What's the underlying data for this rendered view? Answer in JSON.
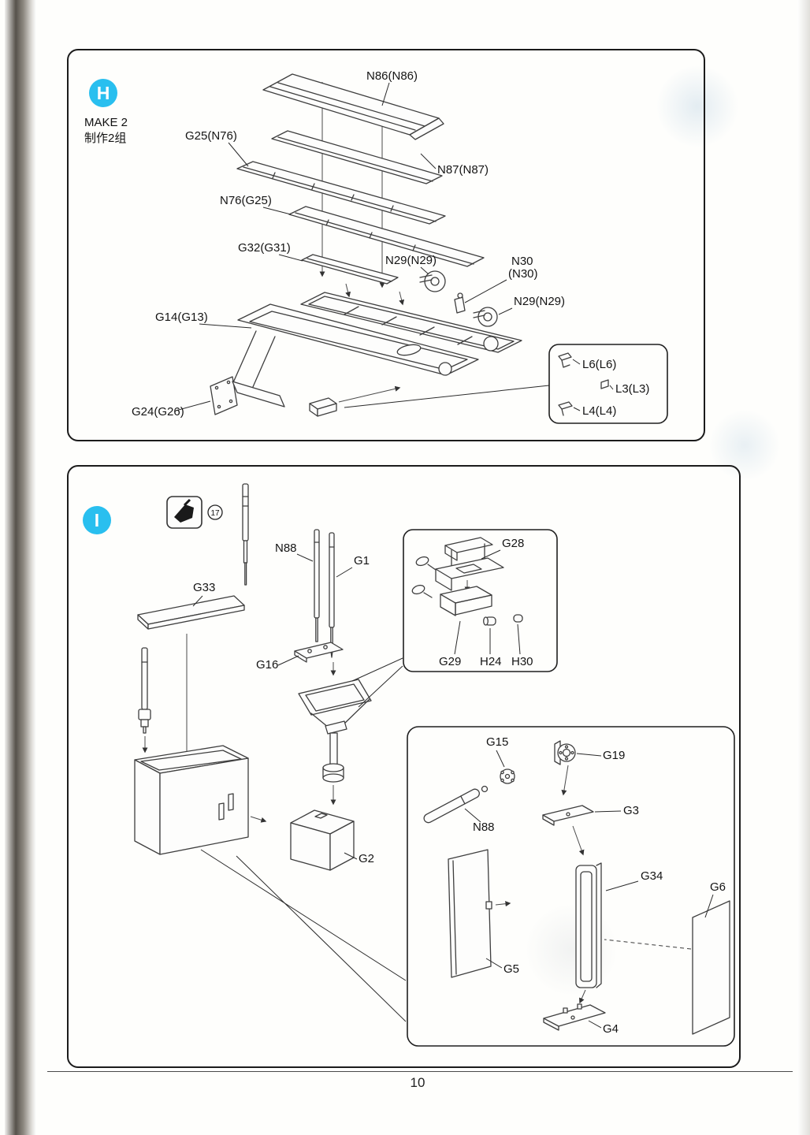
{
  "page": {
    "number": "10",
    "accent_color": "#29bfef"
  },
  "icons": {
    "step_i_adhesive": "glue-icon"
  },
  "step_h": {
    "badge": "H",
    "note_line1": "MAKE 2",
    "note_line2": "制作2组",
    "labels": {
      "n86": "N86(N86)",
      "g25": "G25(N76)",
      "n87": "N87(N87)",
      "n76": "N76(G25)",
      "g32": "G32(G31)",
      "n29a": "N29(N29)",
      "n30_l1": "N30",
      "n30_l2": "(N30)",
      "n29b": "N29(N29)",
      "g14": "G14(G13)",
      "g24": "G24(G26)"
    },
    "inset": {
      "l6": "L6(L6)",
      "l3": "L3(L3)",
      "l4": "L4(L4)"
    }
  },
  "step_i": {
    "badge": "I",
    "part17": "17",
    "labels": {
      "n88": "N88",
      "g1": "G1",
      "g33": "G33",
      "g16": "G16",
      "g2": "G2"
    },
    "inset_top": {
      "g28": "G28",
      "g29": "G29",
      "h24": "H24",
      "h30": "H30"
    },
    "inset_bottom": {
      "g15": "G15",
      "g19": "G19",
      "n88": "N88",
      "g3": "G3",
      "g34": "G34",
      "g6": "G6",
      "g5": "G5",
      "g4": "G4"
    }
  }
}
